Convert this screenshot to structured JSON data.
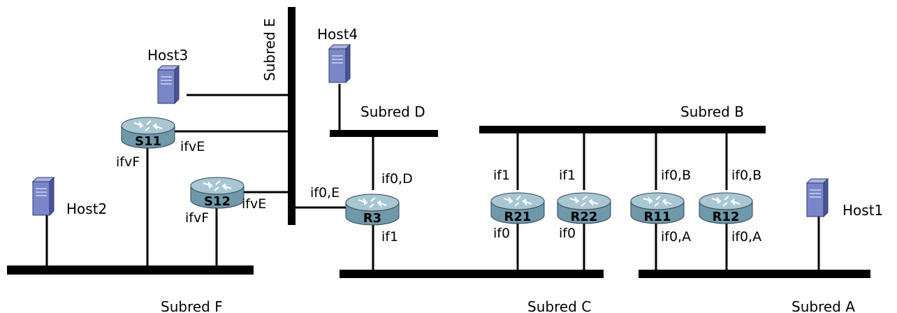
{
  "subnets": {
    "a": "Subred A",
    "b": "Subred B",
    "c": "Subred C",
    "d": "Subred D",
    "e": "Subred E",
    "f": "Subred F"
  },
  "hosts": {
    "h1": "Host1",
    "h2": "Host2",
    "h3": "Host3",
    "h4": "Host4"
  },
  "routers": {
    "s11": "S11",
    "s12": "S12",
    "r3": "R3",
    "r21": "R21",
    "r22": "R22",
    "r11": "R11",
    "r12": "R12"
  },
  "interfaces": {
    "s11_ifve": "ifvE",
    "s11_ifvf": "ifvF",
    "s12_ifve": "ifvE",
    "s12_ifvf": "ifvF",
    "r3_if0e": "if0,E",
    "r3_if0d": "if0,D",
    "r3_if1": "if1",
    "r21_if1": "if1",
    "r21_if0": "if0",
    "r22_if1": "if1",
    "r22_if0": "if0",
    "r11_if0b": "if0,B",
    "r11_if0a": "if0,A",
    "r12_if0b": "if0,B",
    "r12_if0a": "if0,A"
  },
  "colors": {
    "router_body": "#7fa6b6",
    "router_top": "#a9c7d3",
    "host_body": "#6f7fbf",
    "host_dark": "#4a5596",
    "line": "#000000"
  }
}
